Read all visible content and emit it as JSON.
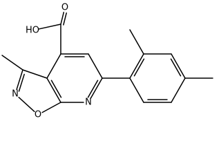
{
  "structure": {
    "atoms": [
      {
        "key": "c4",
        "label": ""
      },
      {
        "key": "c5",
        "label": ""
      },
      {
        "key": "c6",
        "label": ""
      },
      {
        "key": "n7",
        "label": "N"
      },
      {
        "key": "c7a",
        "label": ""
      },
      {
        "key": "c3a",
        "label": ""
      },
      {
        "key": "c3",
        "label": ""
      },
      {
        "key": "n2",
        "label": "N"
      },
      {
        "key": "o1",
        "label": "O"
      },
      {
        "key": "me3",
        "label": ""
      },
      {
        "key": "cooh_c",
        "label": ""
      },
      {
        "key": "cooh_o_dbl",
        "label": "O"
      },
      {
        "key": "cooh_oh",
        "label": "HO"
      },
      {
        "key": "ar1",
        "label": ""
      },
      {
        "key": "ar2",
        "label": ""
      },
      {
        "key": "ar3",
        "label": ""
      },
      {
        "key": "ar4",
        "label": ""
      },
      {
        "key": "ar5",
        "label": ""
      },
      {
        "key": "ar6",
        "label": ""
      },
      {
        "key": "me_ortho",
        "label": ""
      },
      {
        "key": "me_para",
        "label": ""
      }
    ],
    "bonds": [
      [
        "c4",
        "c5",
        2
      ],
      [
        "c5",
        "c6",
        1
      ],
      [
        "c6",
        "n7",
        2
      ],
      [
        "n7",
        "c7a",
        1
      ],
      [
        "c7a",
        "c3a",
        2
      ],
      [
        "c3a",
        "c4",
        1
      ],
      [
        "c3a",
        "c3",
        1
      ],
      [
        "c3",
        "n2",
        2
      ],
      [
        "n2",
        "o1",
        1
      ],
      [
        "o1",
        "c7a",
        1
      ],
      [
        "c3",
        "me3",
        1
      ],
      [
        "c4",
        "cooh_c",
        1
      ],
      [
        "cooh_c",
        "cooh_o_dbl",
        2
      ],
      [
        "cooh_c",
        "cooh_oh",
        1
      ],
      [
        "c6",
        "ar1",
        1
      ],
      [
        "ar1",
        "ar2",
        2
      ],
      [
        "ar2",
        "ar3",
        1
      ],
      [
        "ar3",
        "ar4",
        2
      ],
      [
        "ar4",
        "ar5",
        1
      ],
      [
        "ar5",
        "ar6",
        2
      ],
      [
        "ar6",
        "ar1",
        1
      ],
      [
        "ar2",
        "me_ortho",
        1
      ],
      [
        "ar4",
        "me_para",
        1
      ]
    ]
  }
}
